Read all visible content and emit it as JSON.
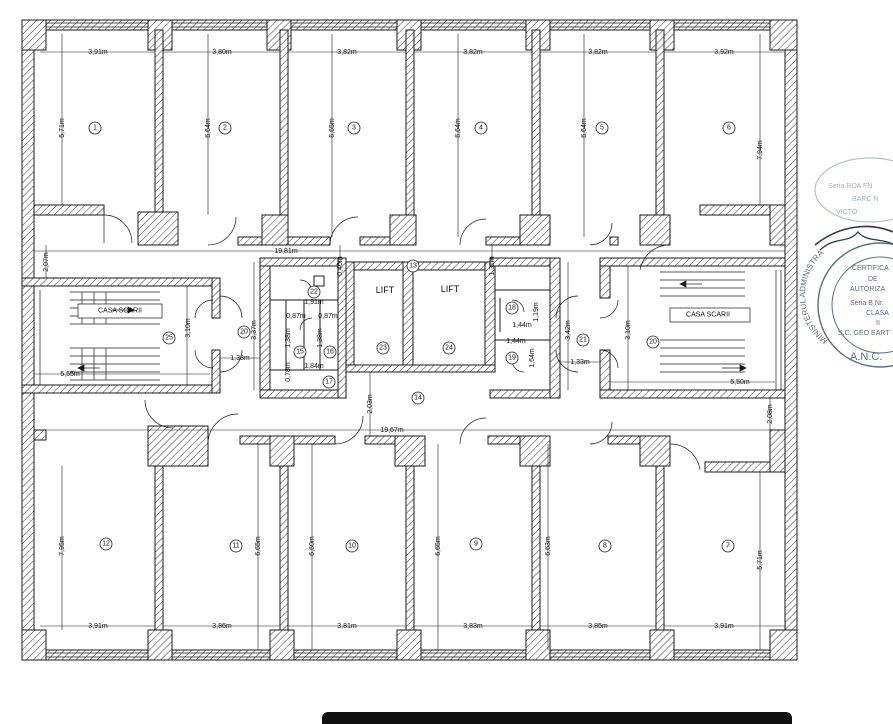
{
  "rooms": [
    {
      "id": "r1",
      "num": "1"
    },
    {
      "id": "r2",
      "num": "2"
    },
    {
      "id": "r3",
      "num": "3"
    },
    {
      "id": "r4",
      "num": "4"
    },
    {
      "id": "r5",
      "num": "5"
    },
    {
      "id": "r6",
      "num": "6"
    },
    {
      "id": "r7",
      "num": "7"
    },
    {
      "id": "r8",
      "num": "8"
    },
    {
      "id": "r9",
      "num": "9"
    },
    {
      "id": "r10",
      "num": "10"
    },
    {
      "id": "r11",
      "num": "11"
    },
    {
      "id": "r12",
      "num": "12"
    },
    {
      "id": "r13",
      "num": "13"
    },
    {
      "id": "r14",
      "num": "14"
    },
    {
      "id": "r15",
      "num": "15"
    },
    {
      "id": "r16",
      "num": "16"
    },
    {
      "id": "r17",
      "num": "17"
    },
    {
      "id": "r18",
      "num": "18"
    },
    {
      "id": "r19",
      "num": "19"
    },
    {
      "id": "r20a",
      "num": "20"
    },
    {
      "id": "r20b",
      "num": "20"
    },
    {
      "id": "r21",
      "num": "21"
    },
    {
      "id": "r22",
      "num": "22"
    },
    {
      "id": "r23",
      "num": "23"
    },
    {
      "id": "r24",
      "num": "24"
    },
    {
      "id": "r25",
      "num": "25"
    }
  ],
  "labels": {
    "lift": "LIFT",
    "stairs": "CASA SCARII"
  },
  "dimensions": {
    "top_widths": [
      "3,91m",
      "3,80m",
      "3,82m",
      "3,82m",
      "3,82m",
      "3,92m"
    ],
    "top_heights": [
      "5,71m",
      "6,64m",
      "6,65m",
      "6,64m",
      "6,64m",
      "7,94m"
    ],
    "bottom_widths": [
      "3,91m",
      "3,86m",
      "3,81m",
      "3,83m",
      "3,85m",
      "3,91m"
    ],
    "bottom_heights": [
      "7,95m",
      "6,65m",
      "6,60m",
      "6,65m",
      "6,63m",
      "5,71m"
    ],
    "corridor_top_length": "19,81m",
    "corridor_top_width": "2,07m",
    "corridor_top_mid": "0,46m",
    "corridor_top_lift": "1,31m",
    "corridor_bottom_length": "19,67m",
    "corridor_bottom_width": "2,08m",
    "corridor_bottom_lift": "2,03m",
    "stairs_left_width": "5,55m",
    "stairs_left_height": "3,10m",
    "stairs_right_width": "5,50m",
    "stairs_right_height": "3,10m",
    "lobby_left_width": "1,33m",
    "lobby_left_height": "3,37m",
    "lobby_right_width": "1,33m",
    "lobby_right_height": "3,42m",
    "wc_top": "1,91m",
    "wc_a": "0,87m",
    "wc_b": "0,87m",
    "wc_c": "1,38m",
    "wc_d": "1,38m",
    "wc_e": "0,78m",
    "wc_bottom": "1,84m",
    "wc_r_a": "1,44m",
    "wc_r_b": "1,44m",
    "wc_r_c": "1,19m",
    "wc_r_d": "1,64m"
  },
  "stamp": {
    "ring_text": "MINISTERUL ADMINISTRA",
    "lines": [
      "CERTIFICA",
      "DE",
      "AUTORIZA",
      "Seria B Nr.",
      "CLASA",
      "II",
      "S.C. GEO EART"
    ],
    "ring_bottom": "A.N.C.",
    "faded_lines": [
      "Seria ROA   FN",
      "BARC  N",
      "VICTO"
    ]
  },
  "colors": {
    "line": "#1a1a1a",
    "stamp": "#5a6a8a"
  }
}
